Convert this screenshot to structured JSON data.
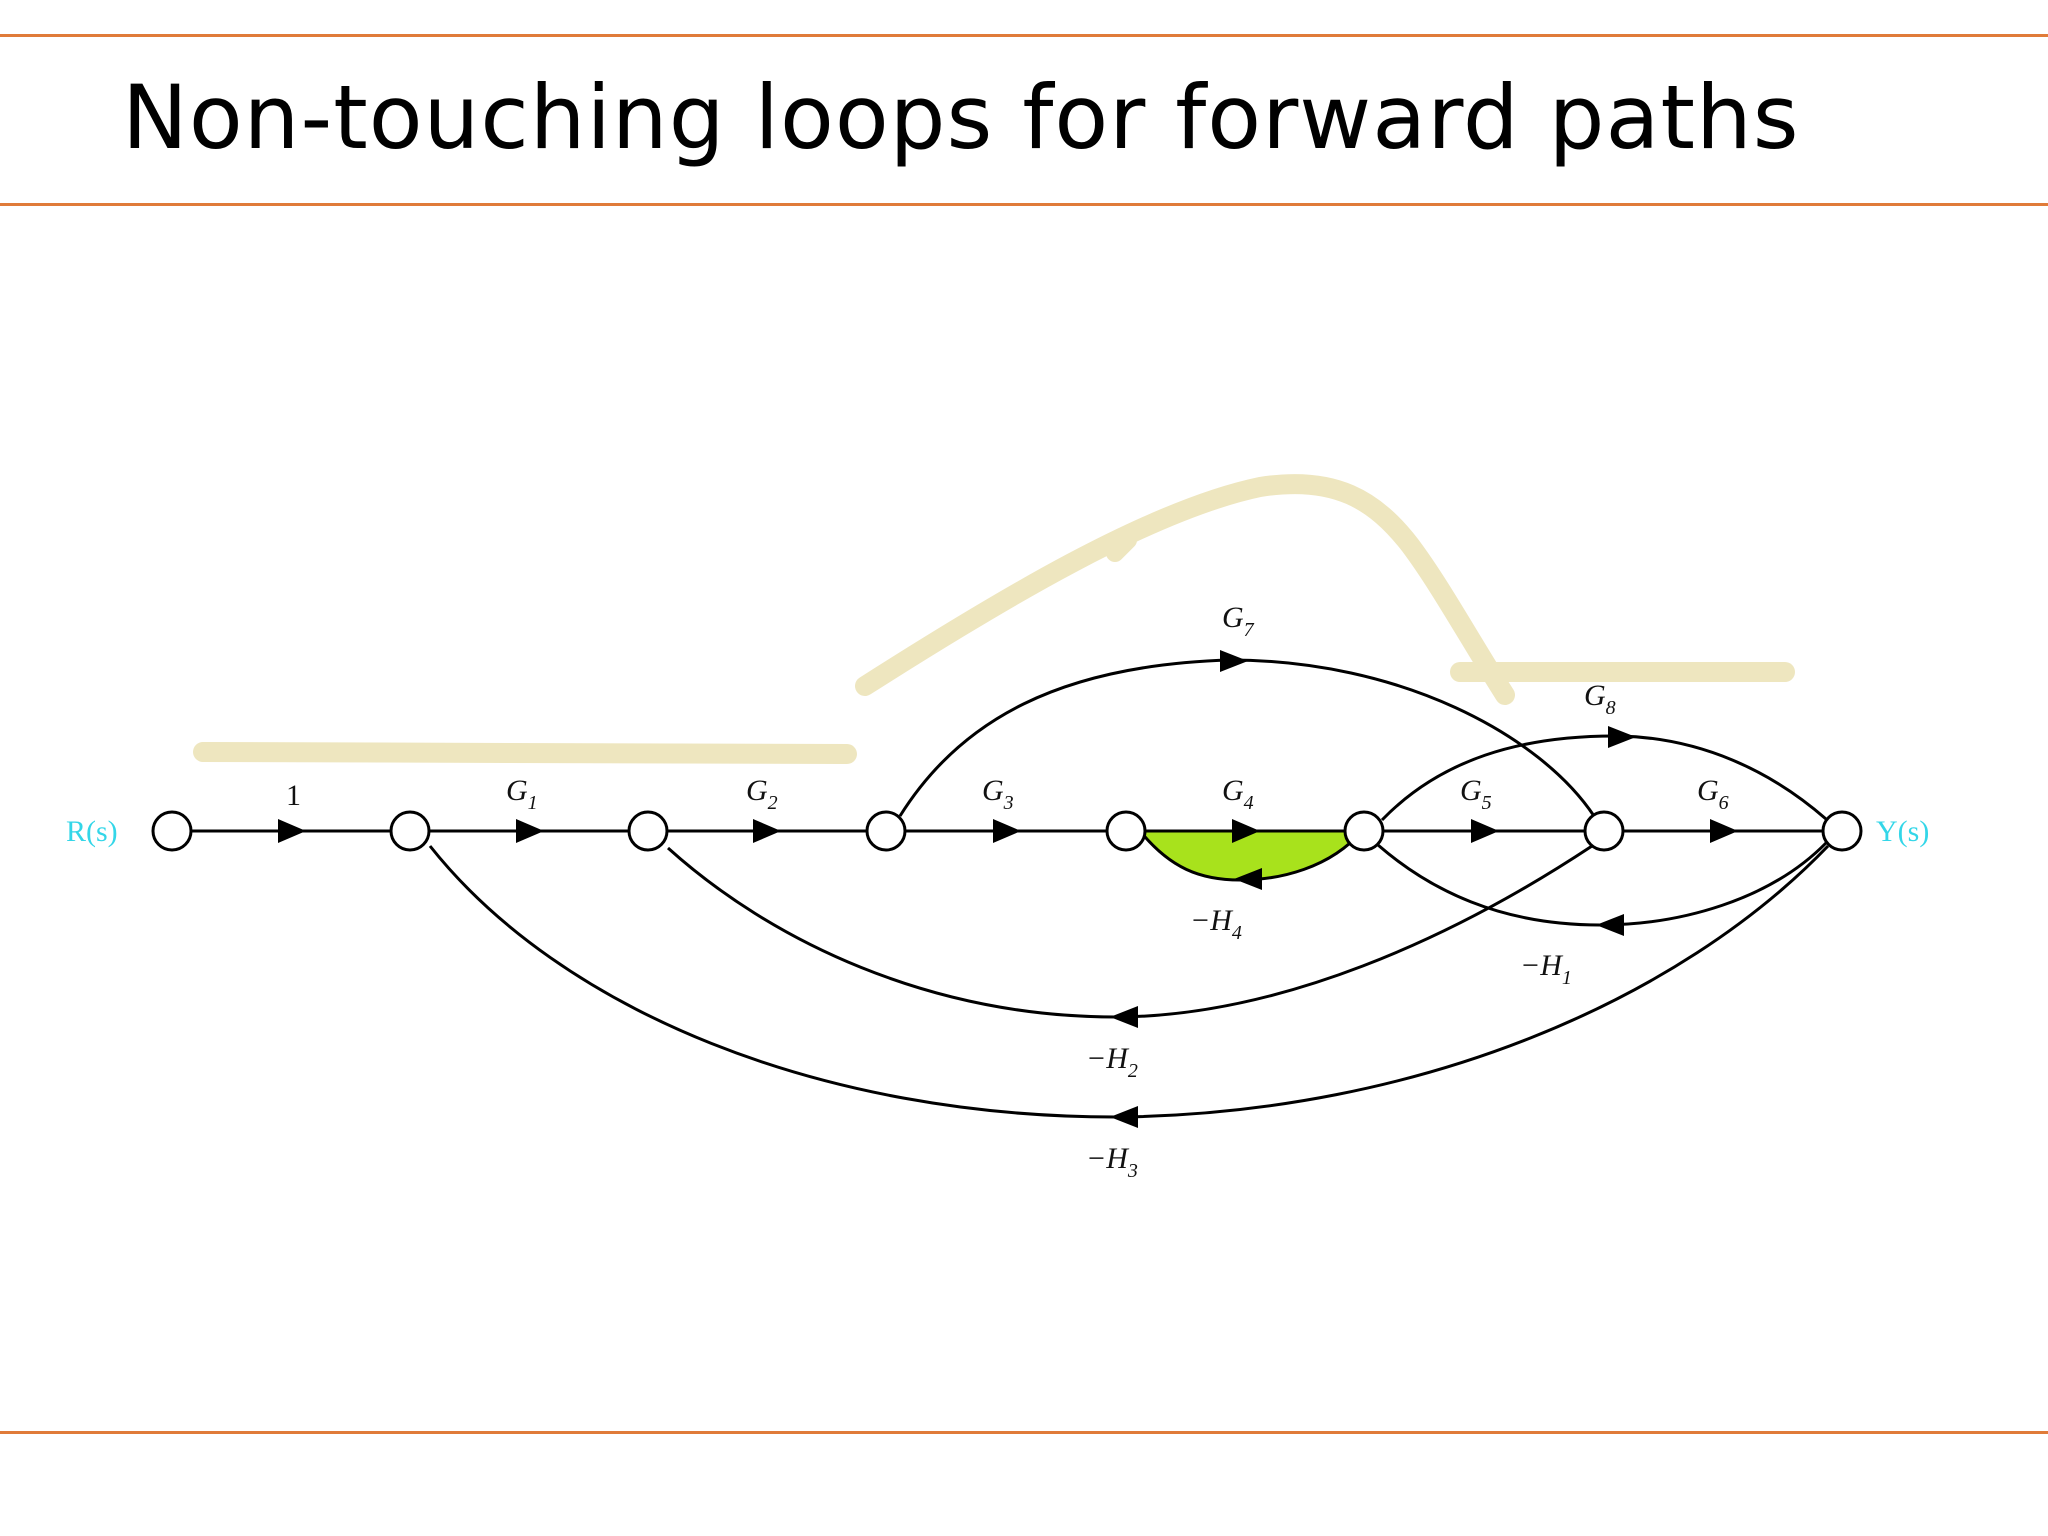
{
  "slide": {
    "title": "Non-touching loops for forward paths"
  },
  "colors": {
    "rule": "#e07b39",
    "highlight": "#eee6bf",
    "loop_fill": "#a8e21c",
    "io_label": "#33d6e8"
  },
  "diagram": {
    "input": "R(s)",
    "output": "Y(s)",
    "branches": {
      "unit": "1",
      "g1": {
        "base": "G",
        "sub": "1"
      },
      "g2": {
        "base": "G",
        "sub": "2"
      },
      "g3": {
        "base": "G",
        "sub": "3"
      },
      "g4": {
        "base": "G",
        "sub": "4"
      },
      "g5": {
        "base": "G",
        "sub": "5"
      },
      "g6": {
        "base": "G",
        "sub": "6"
      },
      "g7": {
        "base": "G",
        "sub": "7"
      },
      "g8": {
        "base": "G",
        "sub": "8"
      },
      "h1": {
        "base": "−H",
        "sub": "1"
      },
      "h2": {
        "base": "−H",
        "sub": "2"
      },
      "h3": {
        "base": "−H",
        "sub": "3"
      },
      "h4": {
        "base": "−H",
        "sub": "4"
      }
    }
  }
}
